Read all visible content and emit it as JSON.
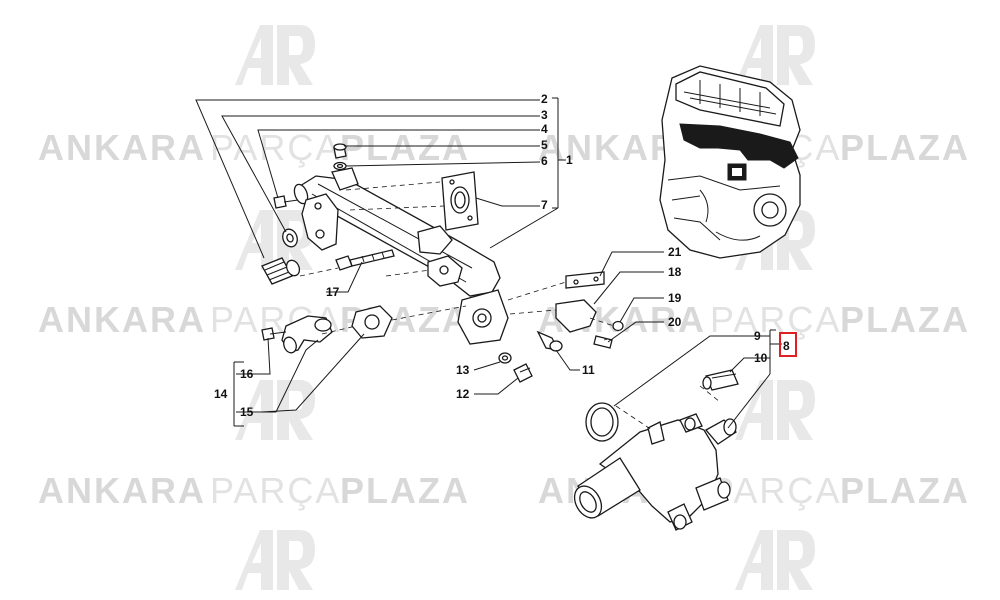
{
  "watermark": {
    "word_bold_1": "ANKARA",
    "word_thin": "PARÇA",
    "word_bold_2": "PLAZA",
    "logo_color": "#e8e8e8"
  },
  "callouts": {
    "c1": "1",
    "c2": "2",
    "c3": "3",
    "c4": "4",
    "c5": "5",
    "c6": "6",
    "c7": "7",
    "c8": "8",
    "c9": "9",
    "c10": "10",
    "c11": "11",
    "c12": "12",
    "c13": "13",
    "c14": "14",
    "c15": "15",
    "c16": "16",
    "c17": "17",
    "c18": "18",
    "c19": "19",
    "c20": "20",
    "c21": "21"
  },
  "highlight": {
    "part": "8",
    "color": "#e02020"
  }
}
